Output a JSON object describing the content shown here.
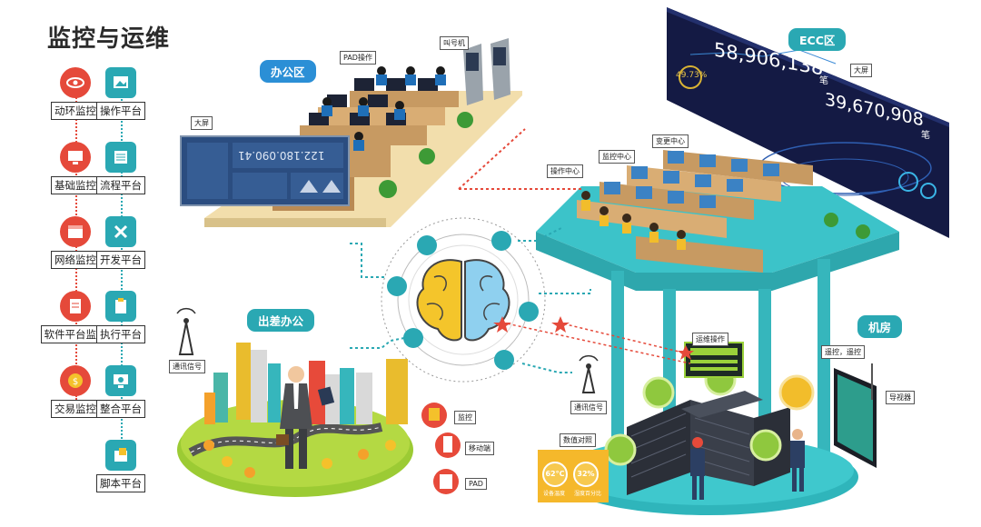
{
  "title": "监控与运维",
  "colors": {
    "red": "#e5493a",
    "teal": "#2aa8b3",
    "blue": "#2b8fd6",
    "dark": "#141a44"
  },
  "monitor_items": [
    {
      "label": "动环监控",
      "icon": "eye-icon"
    },
    {
      "label": "基础监控",
      "icon": "monitor-icon"
    },
    {
      "label": "网络监控",
      "icon": "browser-icon"
    },
    {
      "label": "软件平台监控",
      "icon": "document-icon"
    },
    {
      "label": "交易监控",
      "icon": "coin-icon"
    }
  ],
  "platform_items": [
    {
      "label": "操作平台",
      "icon": "image-icon"
    },
    {
      "label": "流程平台",
      "icon": "list-icon"
    },
    {
      "label": "开发平台",
      "icon": "tools-icon"
    },
    {
      "label": "执行平台",
      "icon": "clipboard-icon"
    },
    {
      "label": "整合平台",
      "icon": "monitor-gear-icon"
    },
    {
      "label": "脚本平台",
      "icon": "script-icon"
    }
  ],
  "zones": {
    "office": "办公区",
    "ecc": "ECC区",
    "travel": "出差办公",
    "machine_room": "机房"
  },
  "office_labels": {
    "pad": "PAD操作",
    "caller": "叫号机",
    "big_screen": "大屏",
    "screen_number": "122.180.090.41"
  },
  "ecc_labels": {
    "big_screen": "大屏",
    "value_1": "58,906,138",
    "unit_1": "笔",
    "percent": "49.73%",
    "value_2": "39,670,908",
    "unit_2": "笔",
    "ops_center": "操作中心",
    "monitor_center": "监控中心",
    "change_center": "变更中心"
  },
  "travel_labels": {
    "signal": "通讯信号",
    "monitor": "监控",
    "mobile": "移动端",
    "pad": "PAD"
  },
  "room_labels": {
    "ops": "运维操作",
    "remote": "遥控，遥控",
    "guide": "导视器",
    "signal": "通讯信号",
    "data_title": "数值对照",
    "temp_value": "62°C",
    "temp_label": "设备温度",
    "humidity_value": "32%",
    "humidity_label": "湿度百分比"
  }
}
